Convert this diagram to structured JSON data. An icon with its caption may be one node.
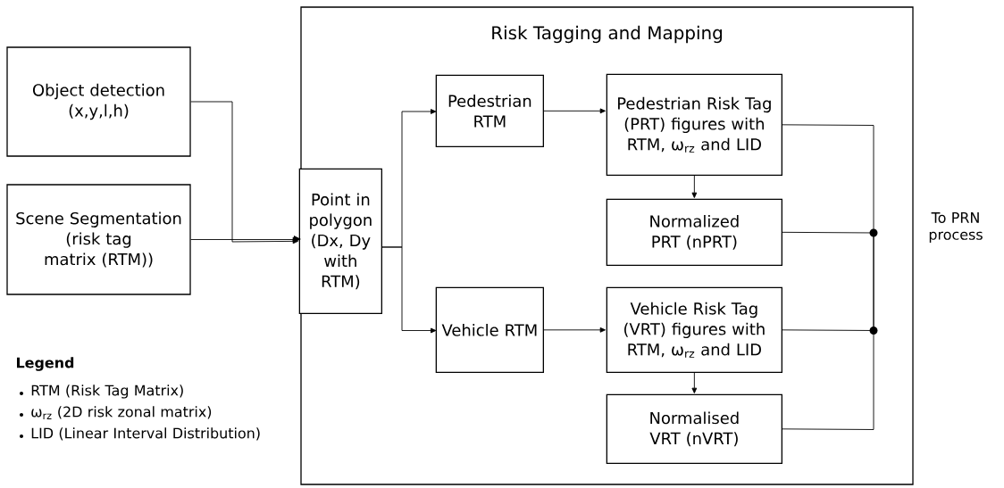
{
  "diagram": {
    "nodes": [
      {
        "text": [
          "Risk Tagging and Mapping"
        ]
      },
      {
        "text": [
          "Object detection (x,y,l,h)"
        ]
      },
      {
        "text": [
          "Scene Segmentation (risk tag matrix (RTM))"
        ]
      },
      {
        "text": [
          "Point in polygon (Dx, Dy with RTM)"
        ],
        "in": 0
      },
      {
        "text": [
          "Pedestrian RTM"
        ],
        "in": 0
      },
      {
        "text": [
          "Pedestrian Risk Tag (PRT) figures with RTM, ω$_{rz}$ and LID"
        ],
        "in": 0
      },
      {
        "text": [
          "Normalized PRT (nPRT)"
        ],
        "in": 0
      },
      {
        "text": [
          "Vehicle RTM"
        ],
        "in": 0
      },
      {
        "text": [
          "Vehicle Risk Tag (VRT) figures with RTM, ω$_{rz}$ and LID"
        ],
        "in": 0
      },
      {
        "text": [
          "Normalised VRT (nVRT)"
        ],
        "in": 0
      }
    ],
    "edges": [
      {
        "from": 1,
        "to": 3,
        "arrow": "to"
      },
      {
        "from": 2,
        "to": 3,
        "arrow": "to"
      },
      {
        "from": 3,
        "to": 4,
        "arrow": "to"
      },
      {
        "from": 3,
        "to": 7,
        "arrow": "to"
      },
      {
        "from": 4,
        "to": 5,
        "arrow": "to"
      },
      {
        "from": 5,
        "to": 6,
        "arrow": "to"
      },
      {
        "from": 7,
        "to": 8,
        "arrow": "to"
      },
      {
        "from": 8,
        "to": 9,
        "arrow": "to"
      },
      {
        "from": 5,
        "to": null,
        "arrow": "none"
      },
      {
        "from": 6,
        "to": null,
        "arrow": "none"
      },
      {
        "from": 8,
        "to": null,
        "arrow": "none"
      },
      {
        "from": 9,
        "to": null,
        "arrow": "none"
      }
    ],
    "labels": [
      "To PRN process",
      "Legend",
      "RTM (Risk Tag Matrix)",
      "ω$_{rz}$ (2D risk zonal matrix)",
      "LID (Linear Interval Distribution)"
    ]
  }
}
